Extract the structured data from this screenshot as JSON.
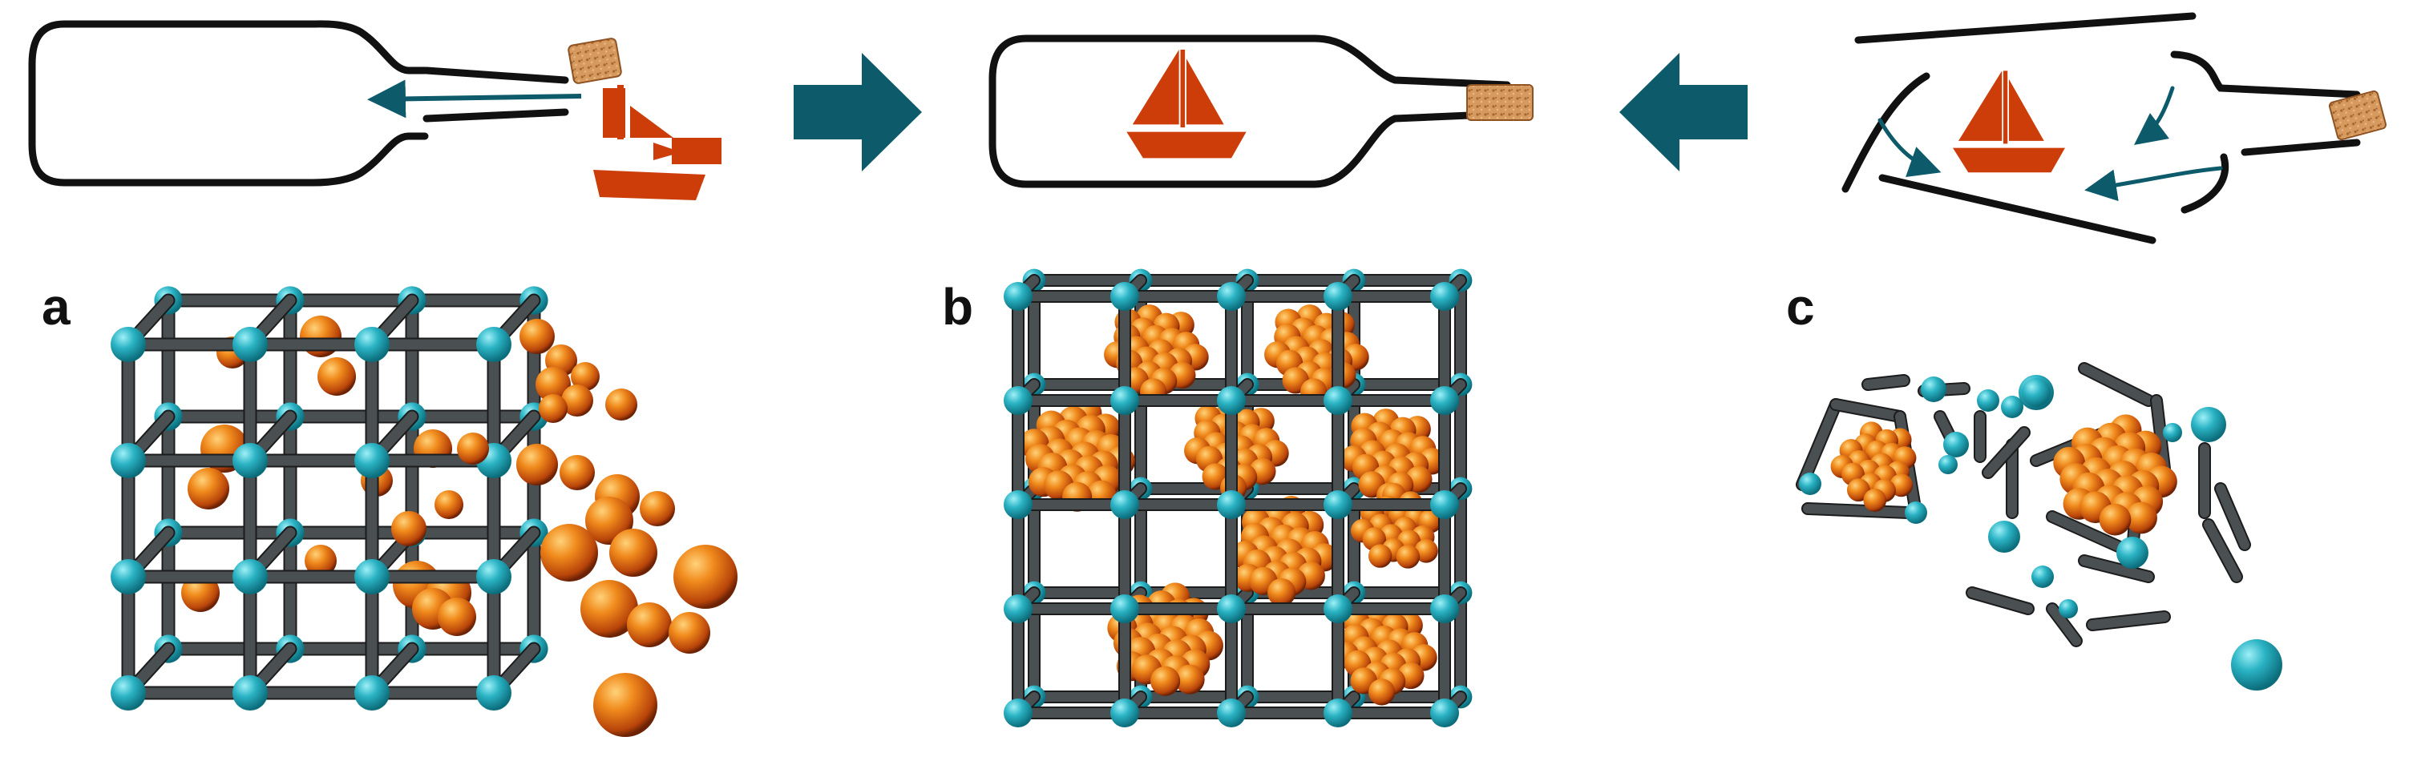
{
  "panels": [
    {
      "label": "a"
    },
    {
      "label": "b"
    },
    {
      "label": "c"
    }
  ],
  "colors": {
    "bottle_outline": "#111111",
    "boat": "#cc3d0a",
    "cork": "#c98a52",
    "arrow": "#0d5a6b",
    "node": "#2ab3c4",
    "rod": "#3a3a3a",
    "cluster": "#e4761a",
    "background": "#ffffff"
  },
  "icons": [
    "bottle-icon",
    "sailboat-icon",
    "cork-icon",
    "process-arrow-icon",
    "framework-lattice",
    "nanoparticle-cluster"
  ]
}
